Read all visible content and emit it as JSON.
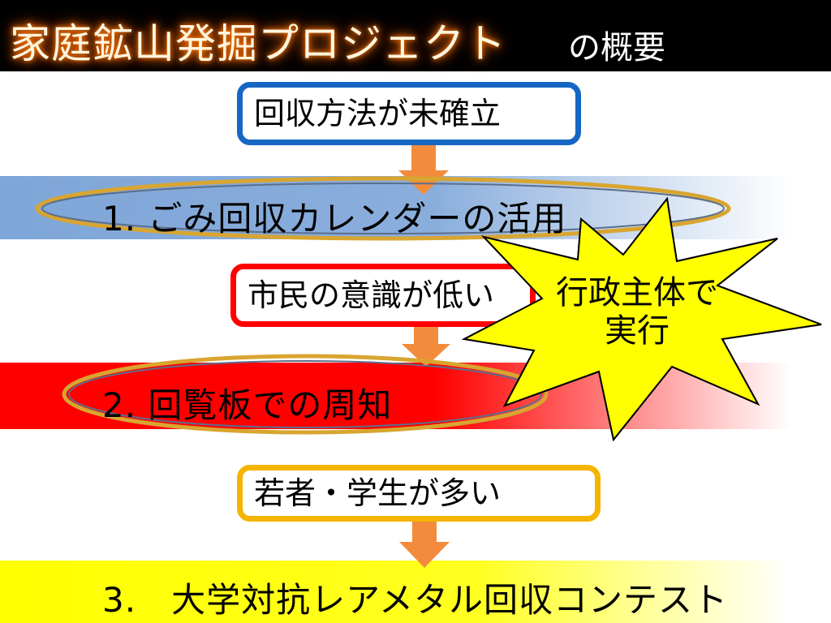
{
  "header": {
    "title": "家庭鉱山発掘プロジェクト",
    "subtitle": "の概要"
  },
  "steps": [
    {
      "issue": "回収方法が未確立",
      "solution": "1. ごみ回収カレンダーの活用"
    },
    {
      "issue": "市民の意識が低い",
      "solution": "2. 回覧板での周知"
    },
    {
      "issue": "若者・学生が多い",
      "solution": "3.　大学対抗レアメタル回収コンテスト"
    }
  ],
  "burst": {
    "line1": "行政主体で",
    "line2": "実行"
  },
  "colors": {
    "issue_border_1": "#1667c4",
    "issue_border_2": "#ff0000",
    "issue_border_3": "#f5b400",
    "band_1": "#7ea6d8",
    "band_2": "#ff0000",
    "band_3": "#ffff00",
    "arrow": "#f28c3c",
    "ellipse_outline": "#d8a530",
    "burst_fill": "#ffff00"
  }
}
